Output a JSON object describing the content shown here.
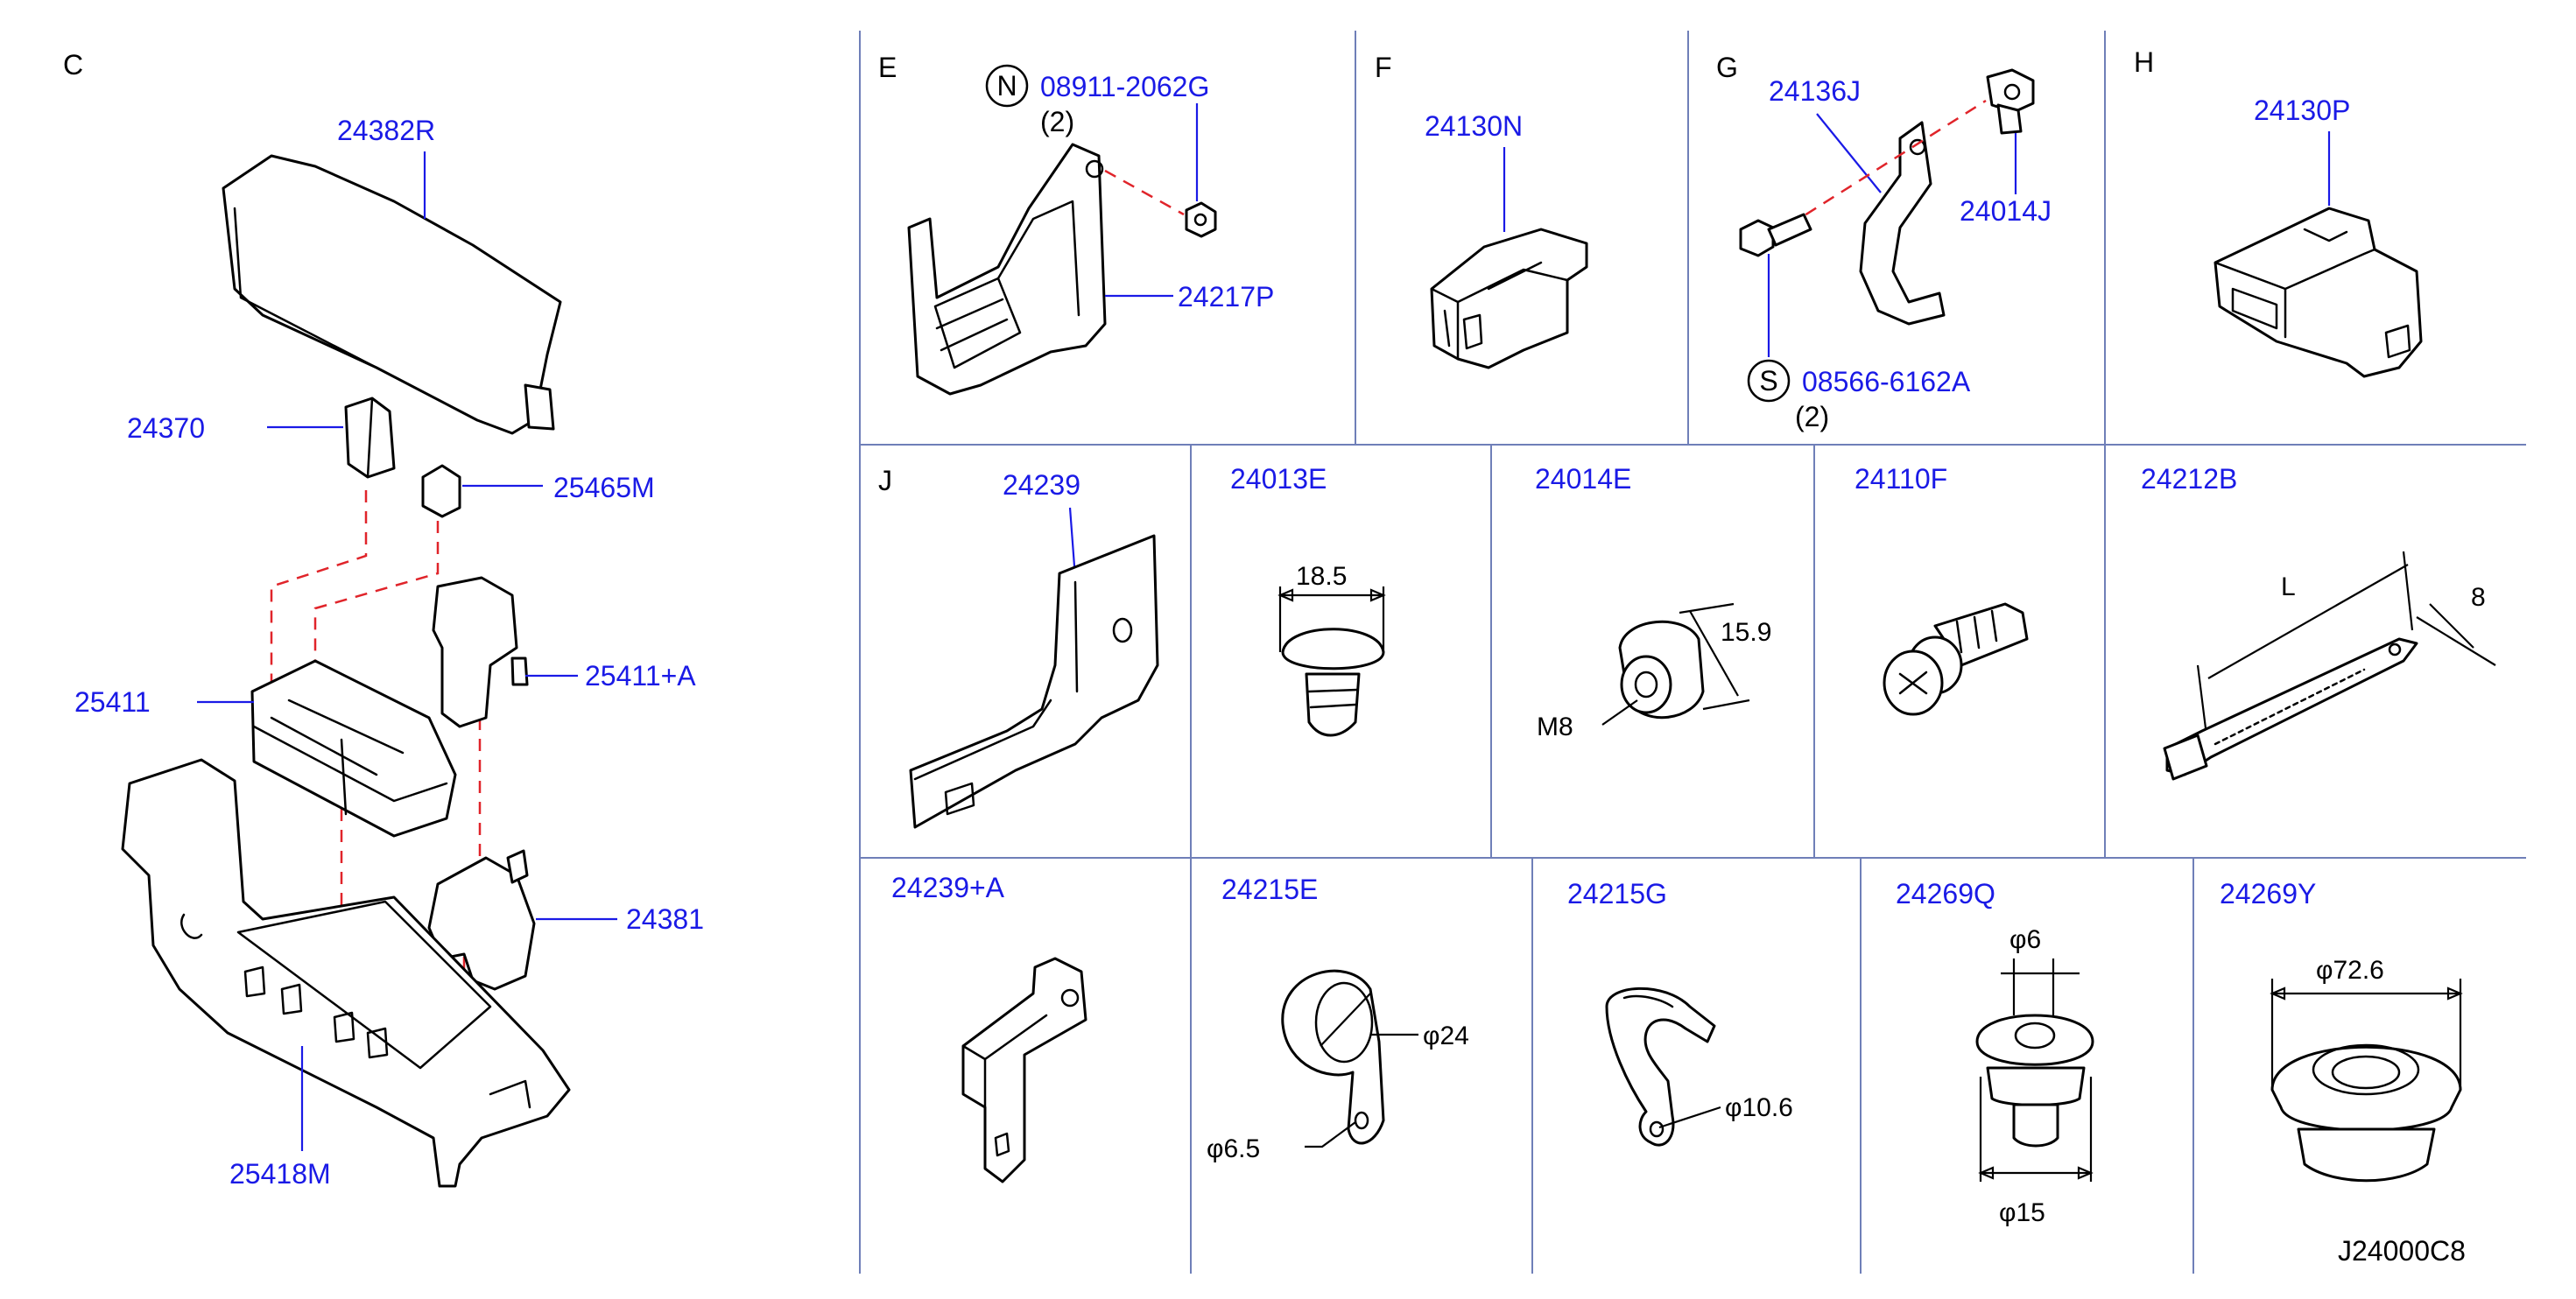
{
  "sections": {
    "C": "C",
    "E": "E",
    "F": "F",
    "G": "G",
    "H": "H",
    "J": "J"
  },
  "parts": {
    "p24382R": "24382R",
    "p24370": "24370",
    "p25465M": "25465M",
    "p25411": "25411",
    "p25411A": "25411+A",
    "p24381": "24381",
    "p25418M": "25418M",
    "p08911": "08911-2062G",
    "p24217P": "24217P",
    "p24130N": "24130N",
    "p24136J": "24136J",
    "p24014J": "24014J",
    "p08566": "08566-6162A",
    "p24130P": "24130P",
    "p24239": "24239",
    "p24013E": "24013E",
    "p24014E": "24014E",
    "p24110F": "24110F",
    "p24212B": "24212B",
    "p24239A": "24239+A",
    "p24215E": "24215E",
    "p24215G": "24215G",
    "p24269Q": "24269Q",
    "p24269Y": "24269Y"
  },
  "symbols": {
    "N": "N",
    "S": "S"
  },
  "quantities": {
    "nut_qty": "(2)",
    "screw_qty": "(2)"
  },
  "dimensions": {
    "d18_5": "18.5",
    "d15_9": "15.9",
    "dM8": "M8",
    "dL": "L",
    "d8": "8",
    "d24": "φ24",
    "d6_5": "φ6.5",
    "d10_6": "φ10.6",
    "d6": "φ6",
    "d15": "φ15",
    "d72_6": "φ72.6"
  },
  "diagram_code": "J24000C8",
  "colors": {
    "part_number": "#1a1ae6",
    "grid": "#6f7fb8",
    "dashed_guide": "#e0242a"
  }
}
